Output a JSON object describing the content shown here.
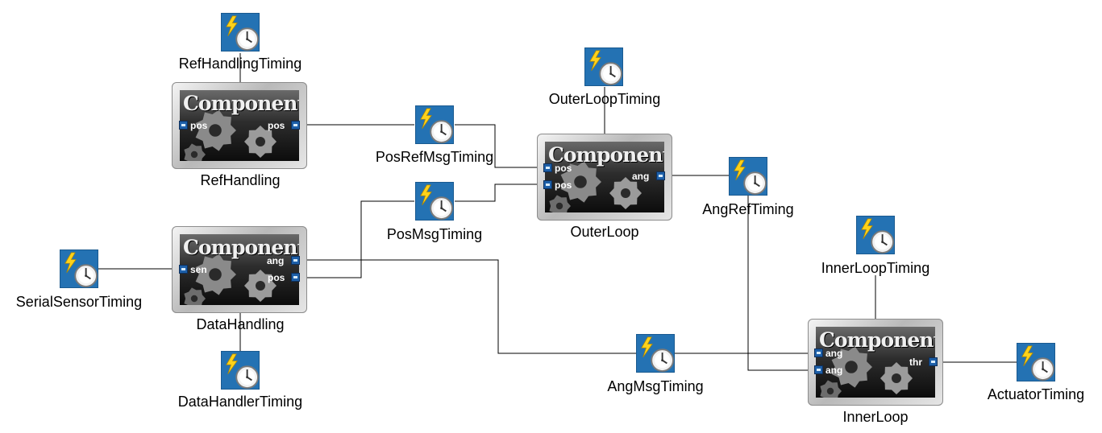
{
  "components": [
    {
      "id": "refhandling",
      "name": "RefHandling",
      "badge": "Component"
    },
    {
      "id": "datahandling",
      "name": "DataHandling",
      "badge": "Component"
    },
    {
      "id": "outerloop",
      "name": "OuterLoop",
      "badge": "Component"
    },
    {
      "id": "innerloop",
      "name": "InnerLoop",
      "badge": "Component"
    }
  ],
  "ports": {
    "refhandling": {
      "in": "pos",
      "out": "pos"
    },
    "datahandling": {
      "in": "sen",
      "out1": "ang",
      "out2": "pos"
    },
    "outerloop": {
      "in1": "pos",
      "in2": "pos",
      "out": "ang"
    },
    "innerloop": {
      "in1": "ang",
      "in2": "ang",
      "out": "thr"
    }
  },
  "timers": [
    {
      "id": "refhandlingtiming",
      "name": "RefHandlingTiming",
      "icon": "timer-clock-icon"
    },
    {
      "id": "posrefmsgtiming",
      "name": "PosRefMsgTiming",
      "icon": "timer-clock-icon"
    },
    {
      "id": "outerlooptiming",
      "name": "OuterLoopTiming",
      "icon": "timer-clock-icon"
    },
    {
      "id": "angreftiming",
      "name": "AngRefTiming",
      "icon": "timer-clock-icon"
    },
    {
      "id": "posmsgtiming",
      "name": "PosMsgTiming",
      "icon": "timer-clock-icon"
    },
    {
      "id": "serialsensortiming",
      "name": "SerialSensorTiming",
      "icon": "timer-clock-icon"
    },
    {
      "id": "datahandlertiming",
      "name": "DataHandlerTiming",
      "icon": "timer-clock-icon"
    },
    {
      "id": "innerlooptiming",
      "name": "InnerLoopTiming",
      "icon": "timer-clock-icon"
    },
    {
      "id": "angmsgtiming",
      "name": "AngMsgTiming",
      "icon": "timer-clock-icon"
    },
    {
      "id": "actuatortiming",
      "name": "ActuatorTiming",
      "icon": "timer-clock-icon"
    }
  ],
  "colors": {
    "timer_bg": "#2472b3",
    "bolt": "#ffd21a",
    "wire": "#000000",
    "port": "#1d5fa8"
  }
}
